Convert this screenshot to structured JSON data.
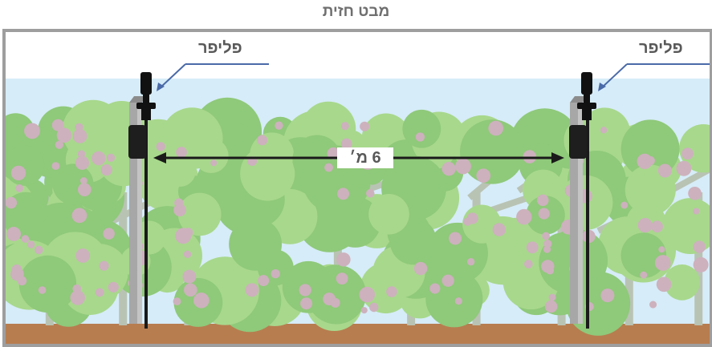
{
  "title": "מבט חזית",
  "sprinkler_label_left": "פליפר",
  "sprinkler_label_right": "פליפר",
  "distance_label": "6 מ׳",
  "colors": {
    "frame": "#9e9e9e",
    "sky": "#d6ecf8",
    "ground": "#b77d4f",
    "foliage": "#a8d88c",
    "foliage_dark": "#8fc97a",
    "fruit": "#cdb1bd",
    "trunk": "#b9c3b4",
    "post": "#a7a7a7",
    "pipe": "#1a1a1a",
    "callout_line": "#4a6aa8"
  },
  "icons": [
    "sprinkler-icon",
    "arrow-icon"
  ]
}
